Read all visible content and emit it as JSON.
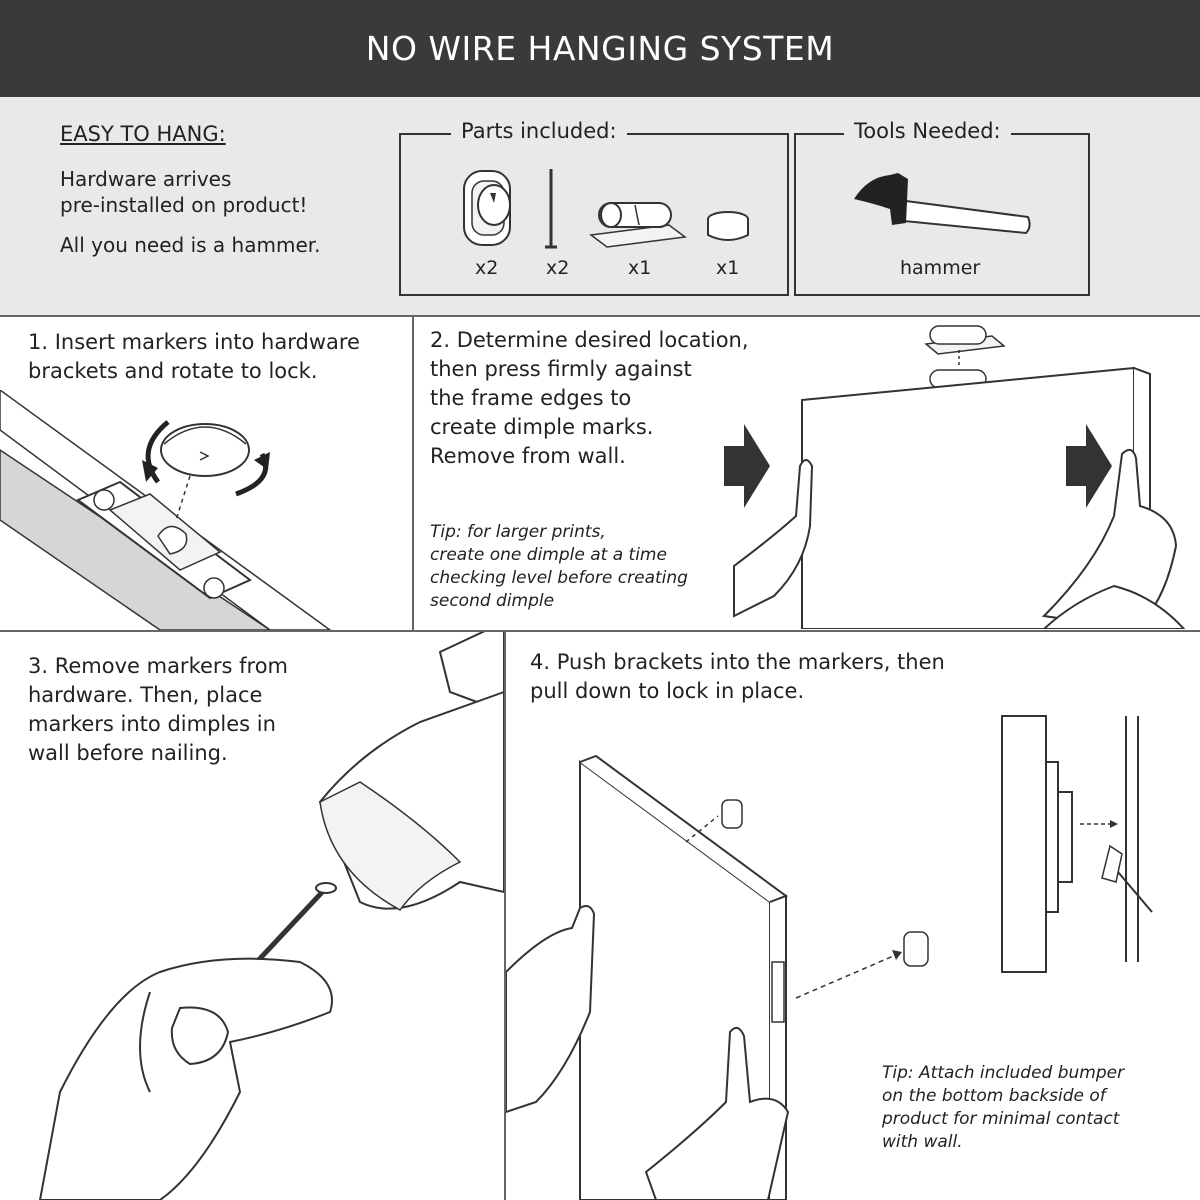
{
  "title": "NO WIRE HANGING SYSTEM",
  "easy": {
    "heading": "EASY TO HANG:",
    "line1a": "Hardware arrives",
    "line1b": "pre-installed on product!",
    "line2": "All you need is a hammer."
  },
  "parts": {
    "legend": "Parts included:",
    "items": [
      {
        "icon": "bracket-icon",
        "qty": "x2"
      },
      {
        "icon": "nail-icon",
        "qty": "x2"
      },
      {
        "icon": "marker-icon",
        "qty": "x1"
      },
      {
        "icon": "bumper-icon",
        "qty": "x1"
      }
    ]
  },
  "tools": {
    "legend": "Tools Needed:",
    "icon": "hammer-icon",
    "label": "hammer"
  },
  "steps": [
    {
      "lines": [
        "1. Insert markers into hardware",
        "brackets and rotate to lock."
      ]
    },
    {
      "lines": [
        "2. Determine desired location,",
        "then press firmly against",
        "the frame edges to",
        "create dimple marks.",
        "Remove from wall."
      ],
      "tip": [
        "Tip: for larger prints,",
        "create one dimple at a time",
        "checking level before creating",
        "second dimple"
      ]
    },
    {
      "lines": [
        "3. Remove markers from",
        "hardware. Then, place",
        "markers into dimples in",
        "wall before nailing."
      ]
    },
    {
      "lines": [
        "4. Push brackets into the markers, then",
        "pull down to lock in place."
      ],
      "tip": [
        "Tip: Attach included bumper",
        "on the bottom backside of",
        "product for minimal contact",
        "with wall."
      ]
    }
  ],
  "colors": {
    "header_bg": "#3a3a3a",
    "panel_bg": "#e9e9e9",
    "line": "#333333"
  }
}
